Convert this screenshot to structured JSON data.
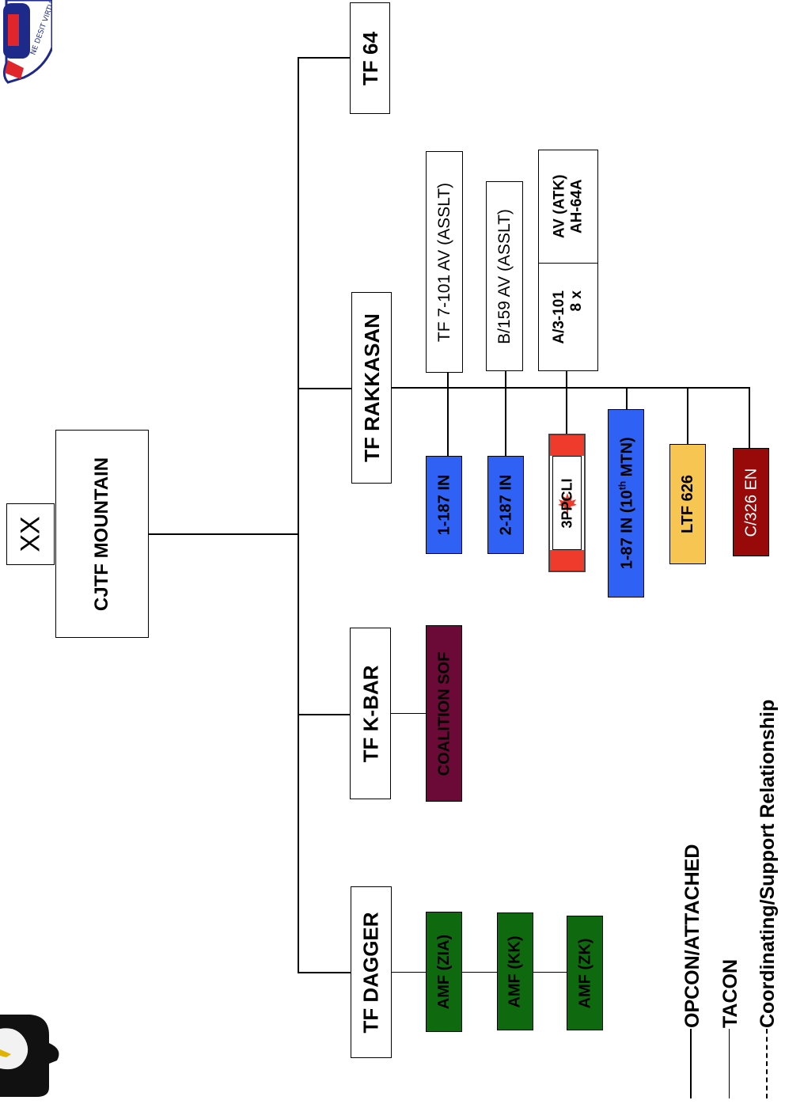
{
  "hq": {
    "echelon": "XX",
    "name": "CJTF MOUNTAIN"
  },
  "task_forces": {
    "tf64": "TF 64",
    "rakkasan": "TF RAKKASAN",
    "kbar": "TF K-BAR",
    "dagger": "TF DAGGER"
  },
  "aviation": {
    "tf7_101": "TF 7-101 AV (ASSLT)",
    "b159": "B/159 AV (ASSLT)",
    "a3_101": "A/3-101",
    "a3_101_qty": "8 x",
    "atk": "AV (ATK)",
    "atk_type": "AH-64A"
  },
  "rakkasan_units": {
    "u1_187": "1-187 IN",
    "u2_187": "2-187 IN",
    "u3ppcli": "3PPCLI",
    "u1_87_pre": "1-87 IN (10",
    "u1_87_sup": "th",
    "u1_87_post": " MTN)",
    "ltf626": "LTF 626",
    "c326": "C/326 EN"
  },
  "kbar_units": {
    "coalition_sof": "COALITION SOF"
  },
  "dagger_units": {
    "zia": "AMF (ZIA)",
    "kk": "AMF (KK)",
    "zk": "AMF (ZK)"
  },
  "legend": {
    "opcon": "OPCON/ATTACHED",
    "tacon": "TACON",
    "coord": "Coordinating/Support Relationship"
  },
  "colors": {
    "infantry_blue": "#2f62f4",
    "amf_green": "#0f6a0f",
    "sof_maroon": "#6b0a36",
    "ltf_gold": "#f7c552",
    "engineer_red": "#980909",
    "canada_red": "#ee3b2c"
  },
  "icons": [
    "screaming-eagle-insignia-icon",
    "rakkasan-crest-icon",
    "maple-leaf-icon"
  ]
}
